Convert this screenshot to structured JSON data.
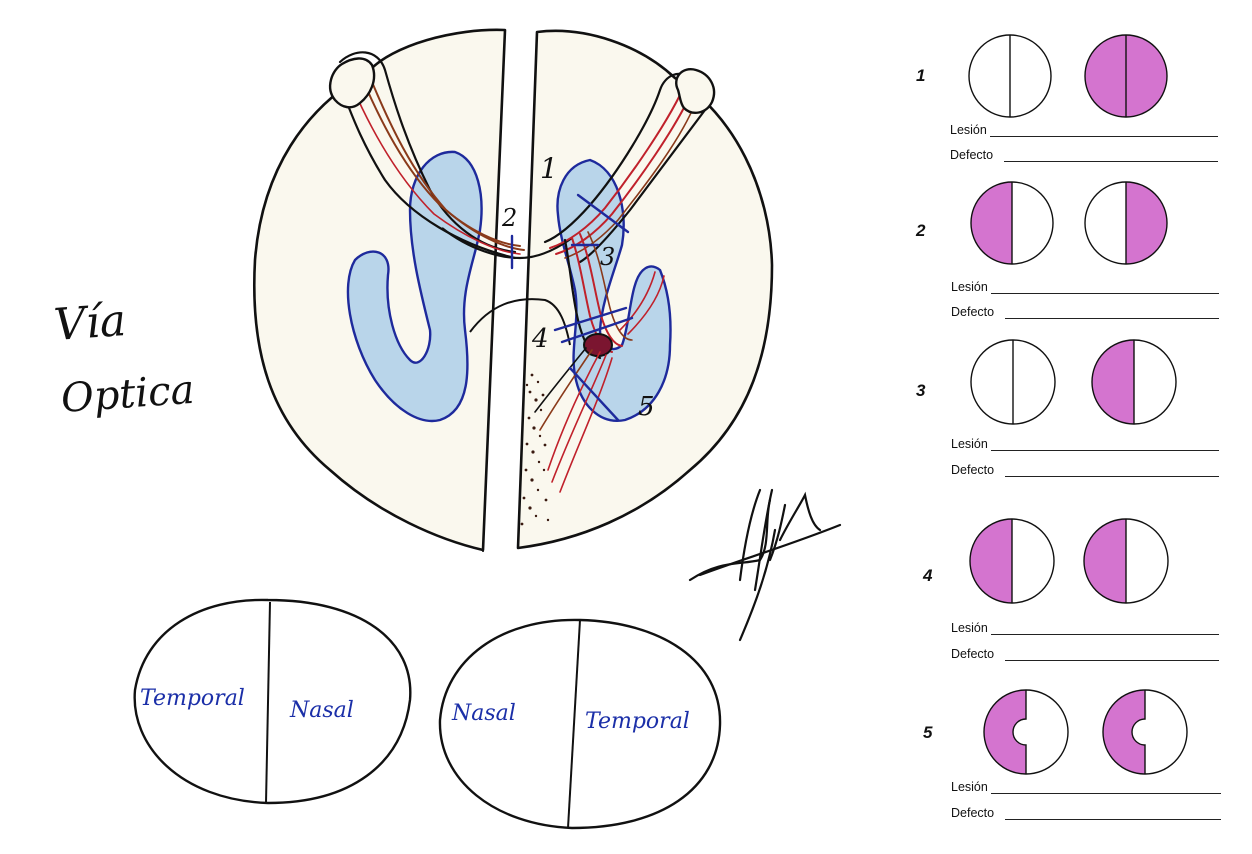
{
  "title": {
    "line1": "Vía",
    "line2": "Optica"
  },
  "diagram": {
    "lesion_markers": [
      "1",
      "2",
      "3",
      "4",
      "5"
    ]
  },
  "field_labels": {
    "left_eye": {
      "left": "Temporal",
      "right": "Nasal"
    },
    "right_eye": {
      "left": "Nasal",
      "right": "Temporal"
    }
  },
  "worksheet": {
    "lesion_label": "Lesión",
    "defect_label": "Defecto",
    "items": [
      {
        "number": "1"
      },
      {
        "number": "2"
      },
      {
        "number": "3"
      },
      {
        "number": "4"
      },
      {
        "number": "5"
      }
    ]
  },
  "colors": {
    "paper": "#faf8ee",
    "ink": "#111111",
    "ventricle_blue": "#b9d5ea",
    "ventricle_outline": "#1e2a9c",
    "optic_red": "#c0212b",
    "optic_brown": "#8a3a1a",
    "defect_magenta": "#d474cf",
    "label_blue": "#1b2fa8"
  }
}
